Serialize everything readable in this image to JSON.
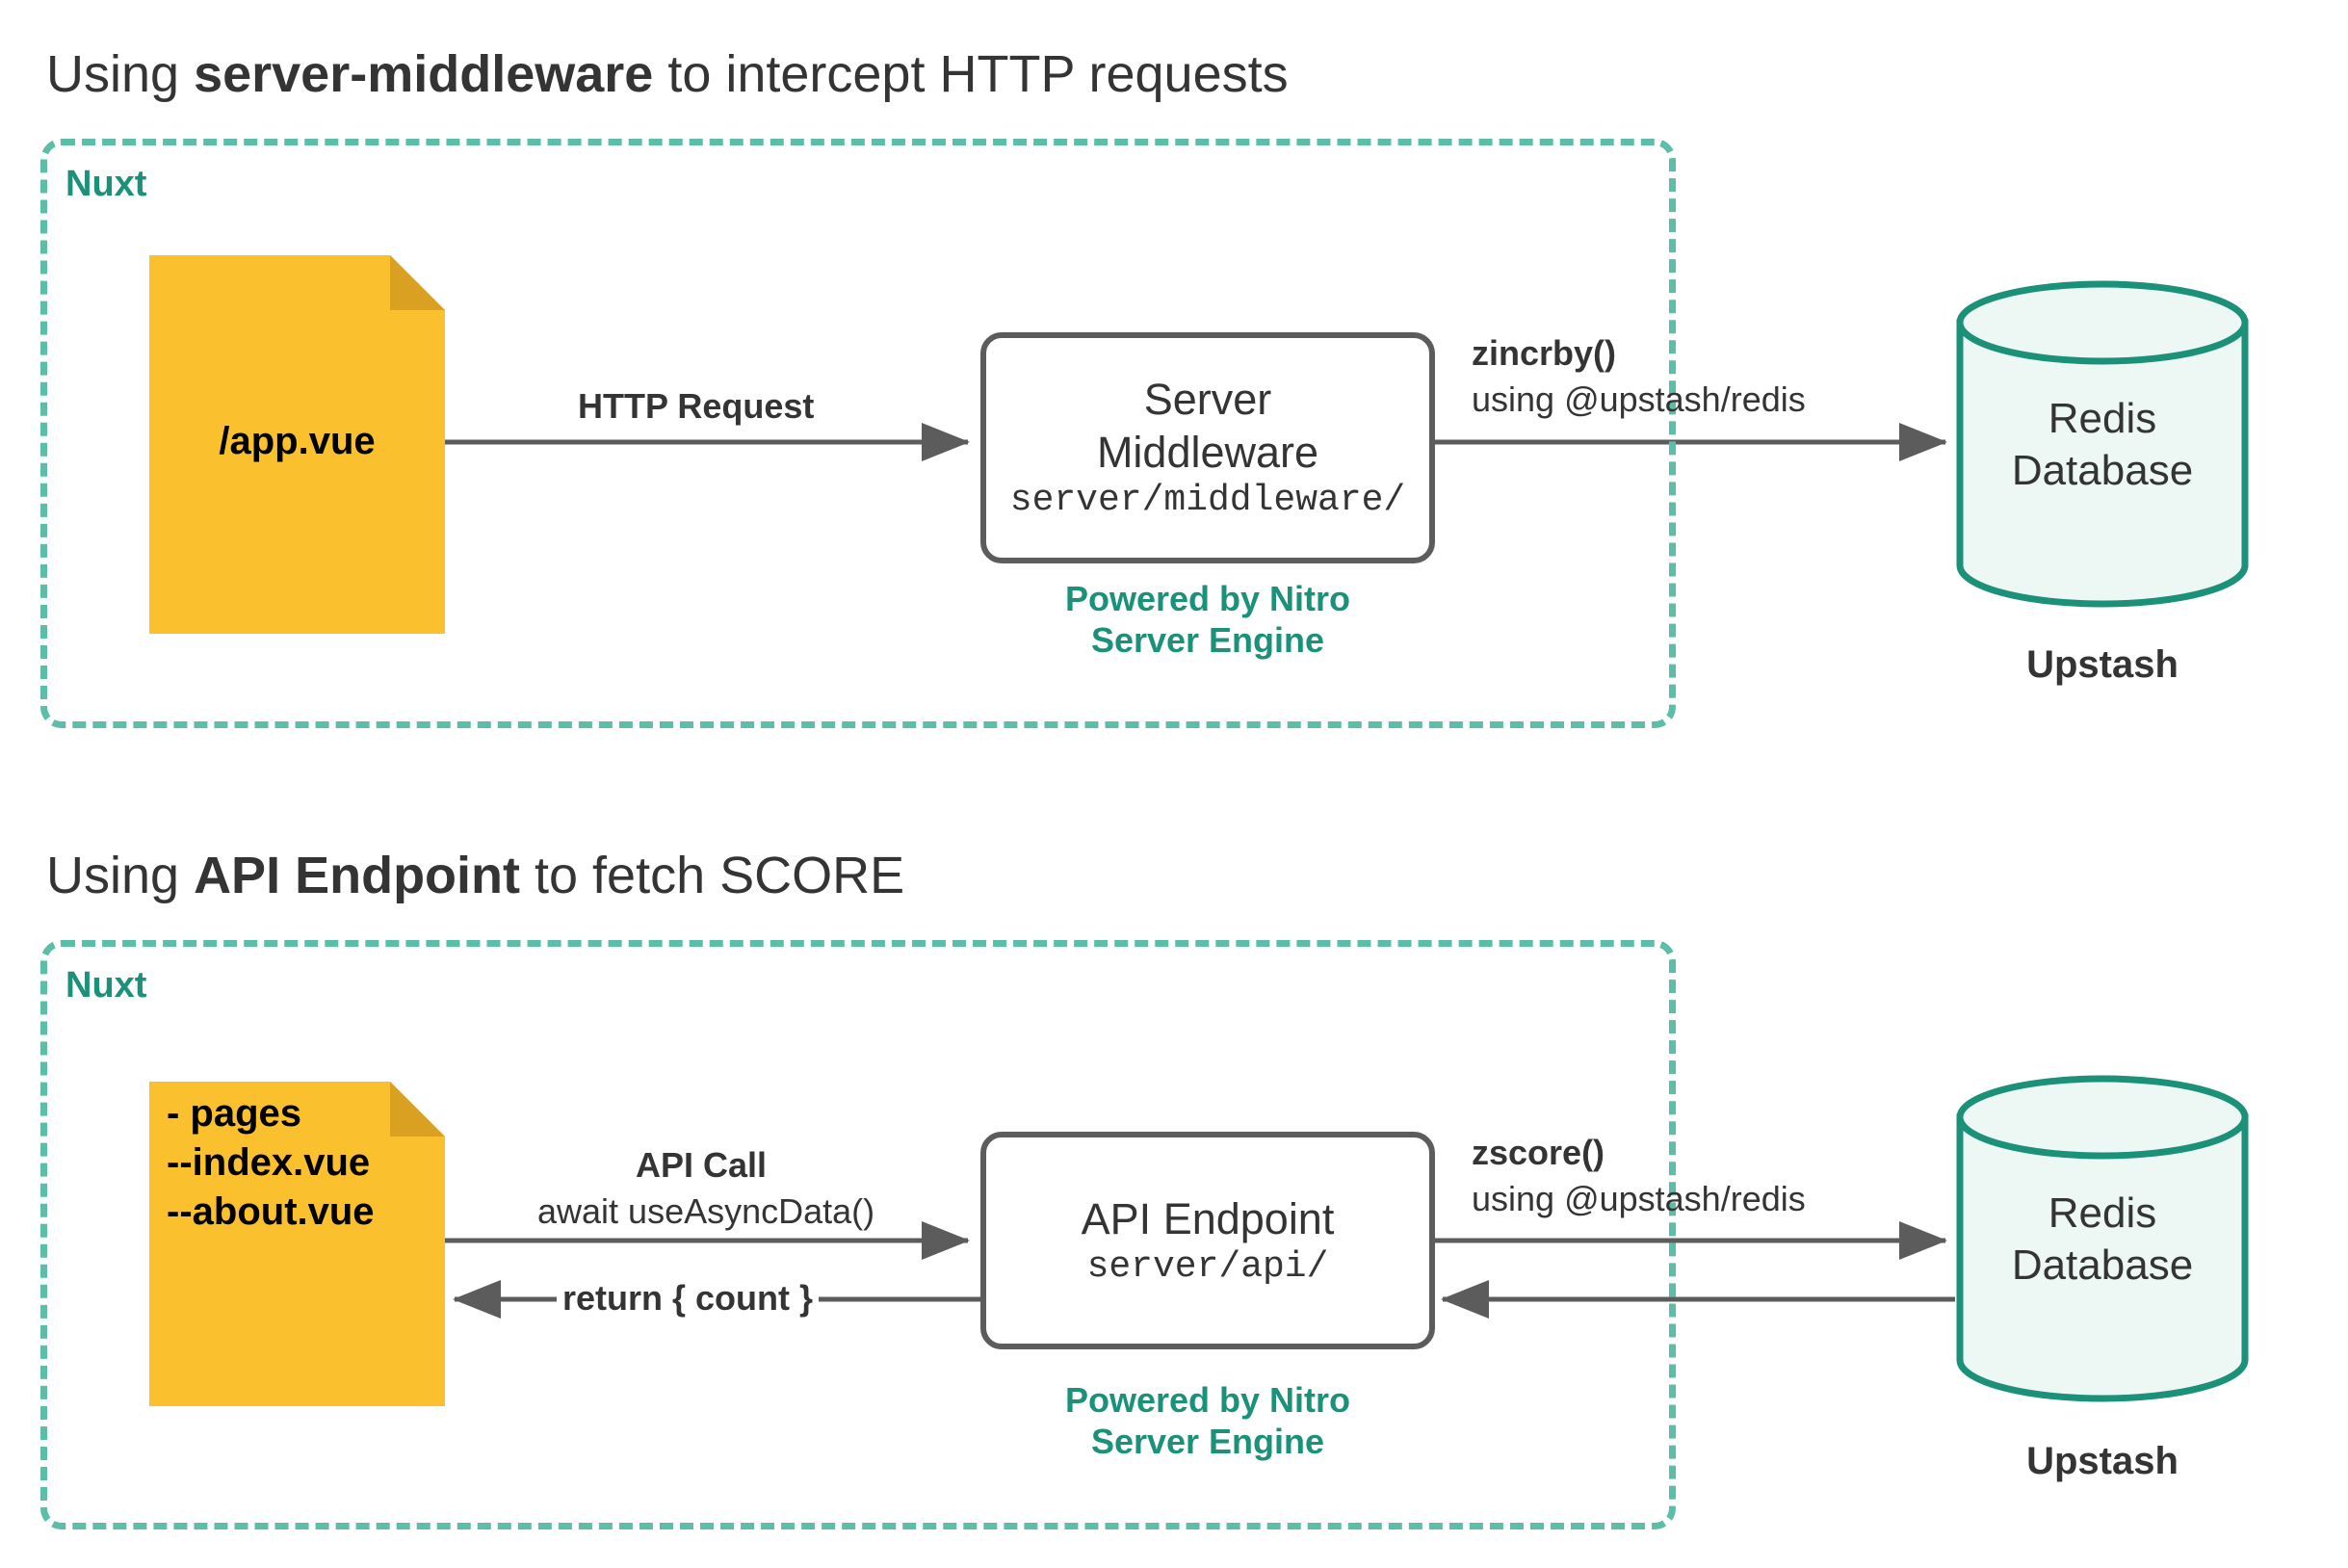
{
  "colors": {
    "nuxt_border": "#5cbda9",
    "nuxt_green": "#1a9178",
    "file_yellow": "#fbc02d",
    "file_fold": "#d9a021",
    "box_stroke": "#5c5c5c",
    "db_stroke": "#1a9178",
    "db_fill": "#edf7f4",
    "text_dark": "#343434",
    "arrow": "#5c5c5c"
  },
  "sections": [
    {
      "title_prefix": "Using ",
      "title_bold": "server-middleware",
      "title_suffix": " to intercept HTTP requests",
      "container_label": "Nuxt",
      "file": {
        "text": "/app.vue",
        "icon": "file-document-icon"
      },
      "edge1": {
        "label_bold": "HTTP Request",
        "label_reg": ""
      },
      "process": {
        "title": "Server\nMiddleware",
        "subtitle": "server/middleware/",
        "note": "Powered by Nitro\nServer Engine"
      },
      "edge2": {
        "label_bold": "zincrby()",
        "label_reg": "using @upstash/redis"
      },
      "database": {
        "label": "Redis\nDatabase",
        "caption": "Upstash",
        "icon": "database-cylinder-icon"
      }
    },
    {
      "title_prefix": "Using ",
      "title_bold": "API Endpoint",
      "title_suffix": " to fetch SCORE",
      "container_label": "Nuxt",
      "file": {
        "text": "- pages\n--index.vue\n--about.vue",
        "icon": "file-document-icon"
      },
      "edge1": {
        "label_bold": "API Call",
        "label_reg": "await useAsyncData()"
      },
      "edge_return": {
        "label": "return { count }"
      },
      "process": {
        "title": "API Endpoint",
        "subtitle": "server/api/",
        "note": "Powered by Nitro\nServer Engine"
      },
      "edge2": {
        "label_bold": "zscore()",
        "label_reg": "using @upstash/redis"
      },
      "database": {
        "label": "Redis\nDatabase",
        "caption": "Upstash",
        "icon": "database-cylinder-icon"
      }
    }
  ]
}
